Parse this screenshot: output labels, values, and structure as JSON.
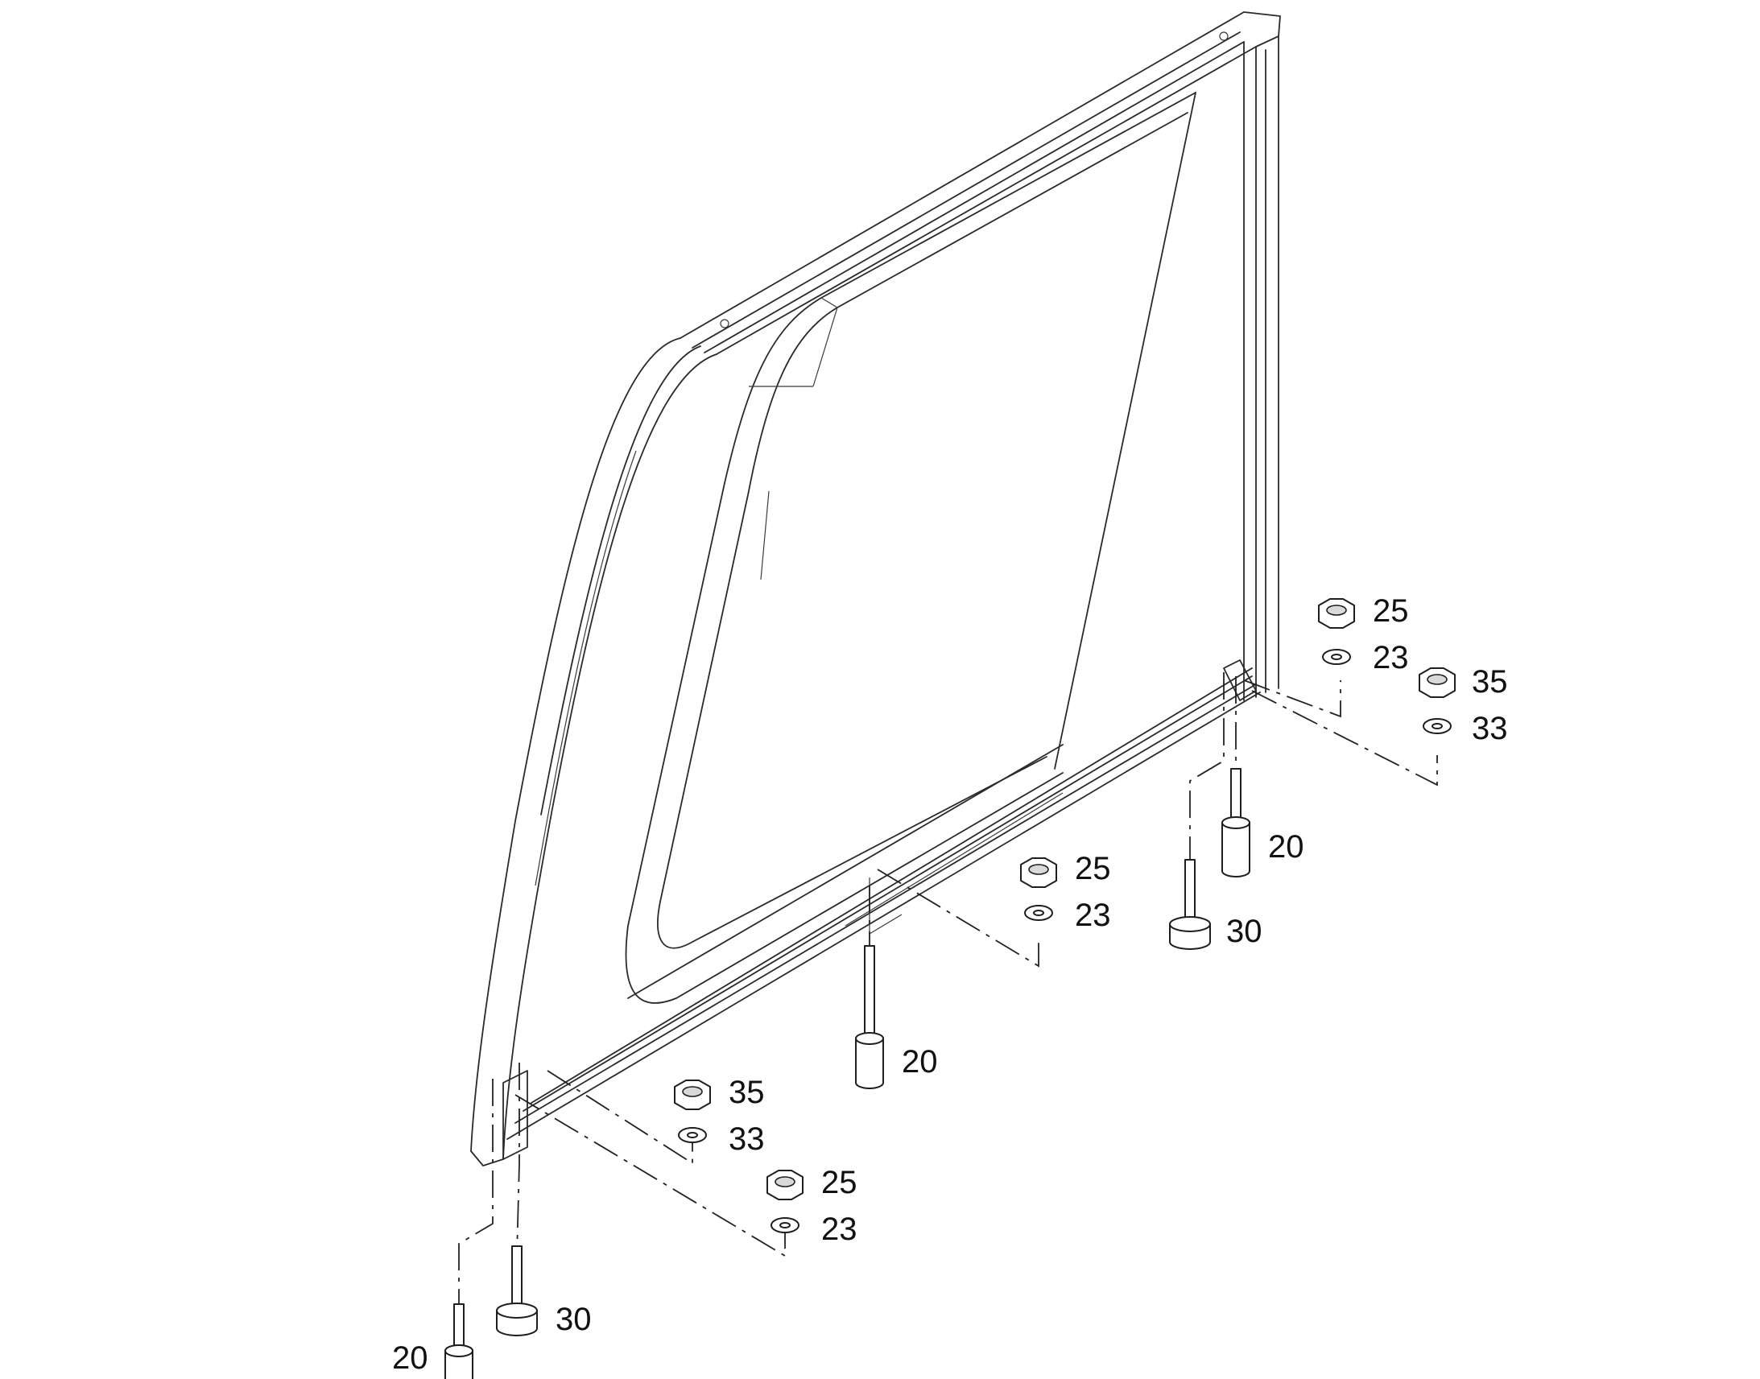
{
  "callouts": {
    "c1": "25",
    "c2": "23",
    "c3": "35",
    "c4": "33",
    "c5": "20",
    "c6": "30",
    "c7": "25",
    "c8": "23",
    "c9": "20",
    "c10": "35",
    "c11": "33",
    "c12": "25",
    "c13": "23",
    "c14": "30",
    "c15": "20"
  }
}
